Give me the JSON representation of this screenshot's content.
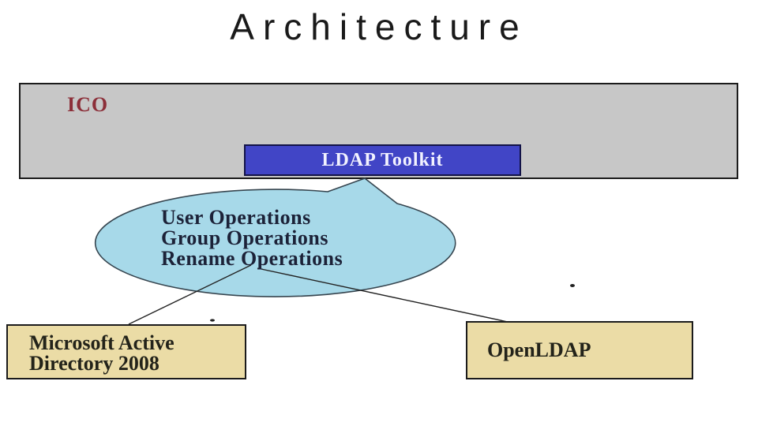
{
  "slide": {
    "title": "Architecture"
  },
  "colors": {
    "bg": "#ffffff",
    "title-ink": "#1a1a1a",
    "ico-fill": "#c7c7c7",
    "ico-border": "#1b1b1b",
    "ico-text": "#8c2f39",
    "ldap-fill": "#4145c6",
    "ldap-border": "#131347",
    "ldap-text": "#f2f2ff",
    "bubble-fill": "#a7d9e9",
    "bubble-stroke": "#36454f",
    "bubble-text": "#1c2238",
    "node-fill": "#ebdca6",
    "node-border": "#1b1b1b",
    "node-text": "#23231a",
    "connector": "#222222"
  },
  "diagram": {
    "container": {
      "label": "ICO"
    },
    "toolkit": {
      "label": "LDAP Toolkit"
    },
    "callout": {
      "lines": [
        "User Operations",
        "Group Operations",
        "Rename Operations"
      ]
    },
    "nodes": {
      "active_directory": {
        "label": "Microsoft Active Directory 2008"
      },
      "openldap": {
        "label": "OpenLDAP"
      }
    }
  }
}
